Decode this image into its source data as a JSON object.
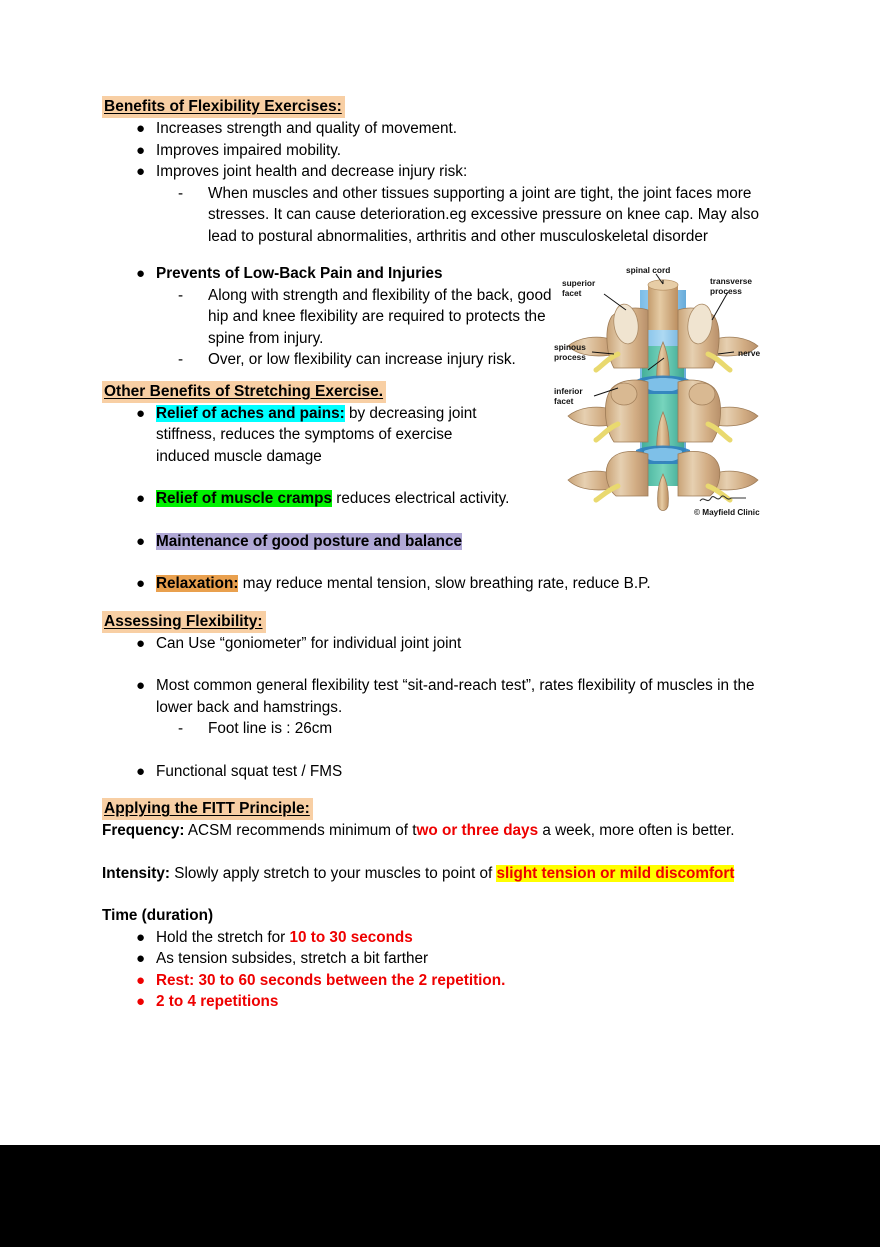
{
  "document": {
    "title": "Benefits of Flexibility Exercises"
  },
  "sections": [
    {
      "heading": "Benefits of Flexibility Exercises:",
      "heading_highlight": "#f8cfa4",
      "bullets": [
        {
          "text": "Increases strength and quality of movement."
        },
        {
          "text": "Improves impaired mobility."
        },
        {
          "text": "Improves joint health and decrease injury risk:",
          "sub": [
            "When muscles and other tissues supporting a joint are tight, the joint faces more stresses. It can cause deterioration.eg excessive pressure on knee cap. May also lead to postural abnormalities, arthritis and other musculoskeletal disorder"
          ]
        },
        {
          "text": "Prevents of Low-Back Pain and Injuries",
          "bold": true,
          "sub": [
            "Along with strength and flexibility of the back, good hip and knee flexibility are required to protects the spine from injury.",
            "Over, or low flexibility can increase injury risk."
          ]
        }
      ]
    },
    {
      "heading": "Other Benefits of Stretching Exercise.",
      "heading_highlight": "#f8cfa4",
      "bullets": [
        {
          "lead": "Relief of aches and pains:",
          "lead_highlight": "#00ffff",
          "text": " by decreasing joint stiffness, reduces the symptoms of exercise induced muscle damage"
        },
        {
          "lead": "Relief of muscle cramps",
          "lead_highlight": "#00f000",
          "text": " reduces electrical activity."
        },
        {
          "lead": "Maintenance of good posture and balance",
          "lead_highlight": "#b0a8d6",
          "text": ""
        },
        {
          "lead": "Relaxation:",
          "lead_highlight": "#e9a04e",
          "text": " may reduce mental tension, slow breathing rate, reduce B.P."
        }
      ]
    },
    {
      "heading": "Assessing Flexibility:",
      "heading_highlight": "#f8cfa4",
      "bullets": [
        {
          "text": "Can Use “goniometer” for individual joint joint"
        },
        {
          "text": "Most common general flexibility test “sit-and-reach test”, rates flexibility of muscles in the lower back and hamstrings.",
          "sub": [
            "Foot line is : 26cm"
          ]
        },
        {
          "text": "Functional squat test / FMS"
        }
      ]
    },
    {
      "heading": "Applying the FITT Principle:",
      "heading_highlight": "#f8cfa4",
      "fitt": {
        "frequency_label": "Frequency:",
        "frequency_pre": " ACSM recommends minimum of t",
        "frequency_red": "wo or three days",
        "frequency_post": " a week, more often is better.",
        "intensity_label": "Intensity:",
        "intensity_pre": " Slowly apply stretch to your muscles to point of ",
        "intensity_hl": "slight tension or mild discomfort",
        "intensity_hl_bg": "#ffff00",
        "time_label": "Time (duration)",
        "time_bullets": [
          {
            "pre": "Hold the stretch for ",
            "red": "10 to 30 seconds",
            "post": "",
            "bullet_red": false
          },
          {
            "pre": "As tension subsides, stretch a bit farther",
            "red": "",
            "post": "",
            "bullet_red": false
          },
          {
            "pre": "",
            "red": "Rest: 30 to 60 seconds between the 2 repetition.",
            "post": "",
            "bullet_red": true
          },
          {
            "pre": "",
            "red": "2 to 4 repetitions",
            "post": "",
            "bullet_red": true
          }
        ]
      }
    }
  ],
  "figure": {
    "caption_credit": "© Mayfield Clinic",
    "labels": {
      "spinal_cord": "spinal cord",
      "superior_facet": "superior\nfacet",
      "transverse_process": "transverse\nprocess",
      "spinous_process": "spinous\nprocess",
      "nerve": "nerve",
      "inferior_facet": "inferior\nfacet"
    },
    "label_list": [
      "spinal cord",
      "superior facet",
      "transverse process",
      "spinous process",
      "nerve",
      "inferior facet"
    ],
    "colors": {
      "bone": "#d4b189",
      "bone_light": "#e8d3b4",
      "cord_tan": "#d8b27f",
      "dura_blue": "#7ec0e8",
      "disc_teal": "#5ec9ae",
      "disc_blue": "#2f7fc0",
      "nerve_yellow": "#f2e37a"
    }
  },
  "footer": {
    "bar_color": "#000000"
  }
}
